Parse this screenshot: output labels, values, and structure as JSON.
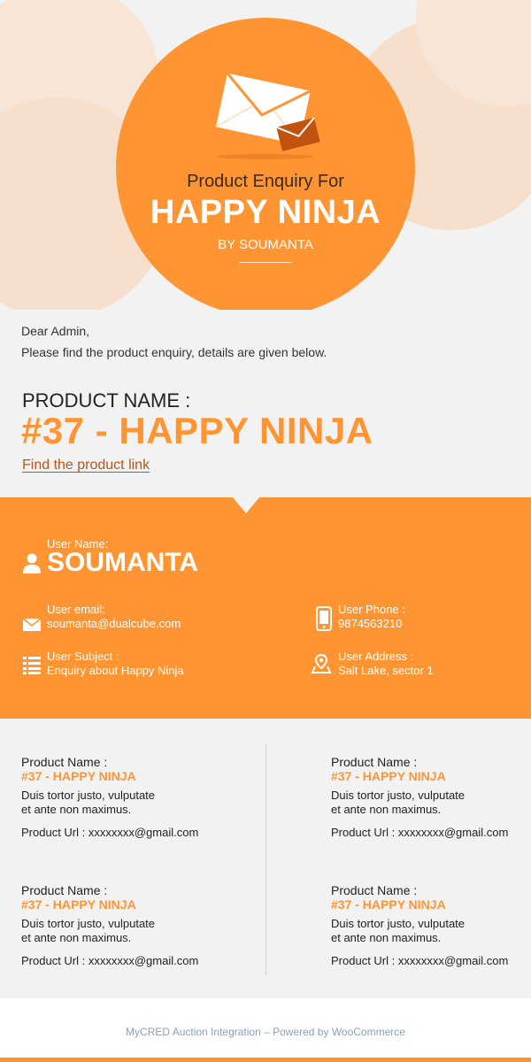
{
  "colors": {
    "accent": "#ff9532",
    "link": "#b4561e",
    "text": "#333333",
    "footer_text": "#8aa0b8"
  },
  "header": {
    "subtitle": "Product Enquiry For",
    "title": "HAPPY NINJA",
    "byline": "BY SOUMANTA",
    "icon": "envelope-icon"
  },
  "greeting": {
    "salutation": "Dear Admin,",
    "message": "Please find the product enquiry, details are given below."
  },
  "product": {
    "label": "PRODUCT NAME :",
    "title": "#37 - HAPPY NINJA",
    "link_text": "Find the product link"
  },
  "user": {
    "name_label": "User Name:",
    "name": "SOUMANTA",
    "email_label": "User email:",
    "email": "soumanta@dualcube.com",
    "phone_label": "User Phone :",
    "phone": "9874563210",
    "subject_label": "User Subject :",
    "subject": "Enquiry about Happy Ninja",
    "address_label": "User Address :",
    "address": "Salt Lake, sector 1"
  },
  "products": [
    {
      "label": "Product Name :",
      "title": "#37 - HAPPY NINJA",
      "desc_line1": "Duis tortor justo, vulputate",
      "desc_line2": "et ante non maximus.",
      "url": "Product Url : xxxxxxxx@gmail.com"
    },
    {
      "label": "Product Name :",
      "title": "#37 - HAPPY NINJA",
      "desc_line1": "Duis tortor justo, vulputate",
      "desc_line2": "et ante non maximus.",
      "url": "Product Url : xxxxxxxx@gmail.com"
    },
    {
      "label": "Product Name :",
      "title": "#37 - HAPPY NINJA",
      "desc_line1": "Duis tortor justo, vulputate",
      "desc_line2": "et ante non maximus.",
      "url": "Product Url : xxxxxxxx@gmail.com"
    },
    {
      "label": "Product Name :",
      "title": "#37 - HAPPY NINJA",
      "desc_line1": "Duis tortor justo, vulputate",
      "desc_line2": "et ante non maximus.",
      "url": "Product Url : xxxxxxxx@gmail.com"
    }
  ],
  "footer": {
    "text": "MyCRED Auction Integration – Powered by WooCommerce"
  }
}
